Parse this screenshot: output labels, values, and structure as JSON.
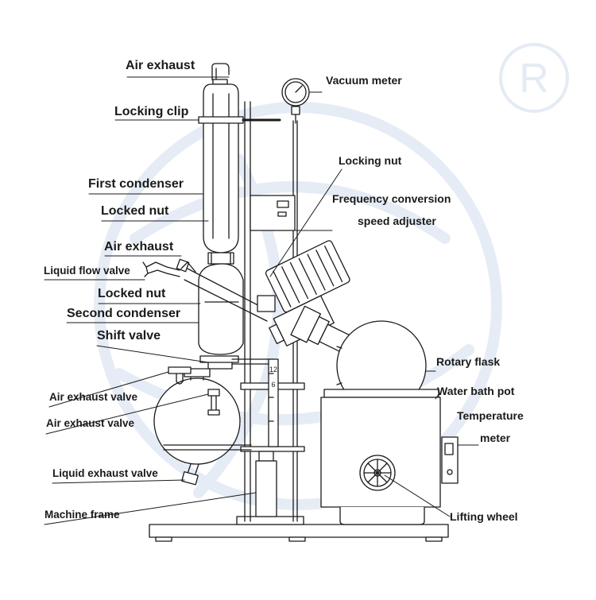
{
  "labels": {
    "air_exhaust_top": "Air exhaust",
    "vacuum_meter": "Vacuum meter",
    "locking_clip": "Locking clip",
    "locking_nut": "Locking nut",
    "first_condenser": "First condenser",
    "frequency_line1": "Frequency conversion",
    "frequency_line2": "speed adjuster",
    "locked_nut_1": "Locked nut",
    "air_exhaust_mid": "Air exhaust",
    "liquid_flow_valve": "Liquid flow valve",
    "locked_nut_2": "Locked nut",
    "second_condenser": "Second condenser",
    "shift_valve": "Shift valve",
    "rotary_flask": "Rotary flask",
    "water_bath_pot": "Water bath pot",
    "air_exhaust_valve_1": "Air exhaust valve",
    "temperature_line1": "Temperature",
    "temperature_line2": "meter",
    "air_exhaust_valve_2": "Air exhaust valve",
    "liquid_exhaust_valve": "Liquid exhaust valve",
    "machine_frame": "Machine frame",
    "lifting_wheel": "Lifting wheel"
  },
  "markings": {
    "scale_12": "12",
    "scale_6": "6",
    "watermark": "R"
  },
  "colors": {
    "line": "#1a1a1a",
    "watermark": "#e4ebf4"
  }
}
